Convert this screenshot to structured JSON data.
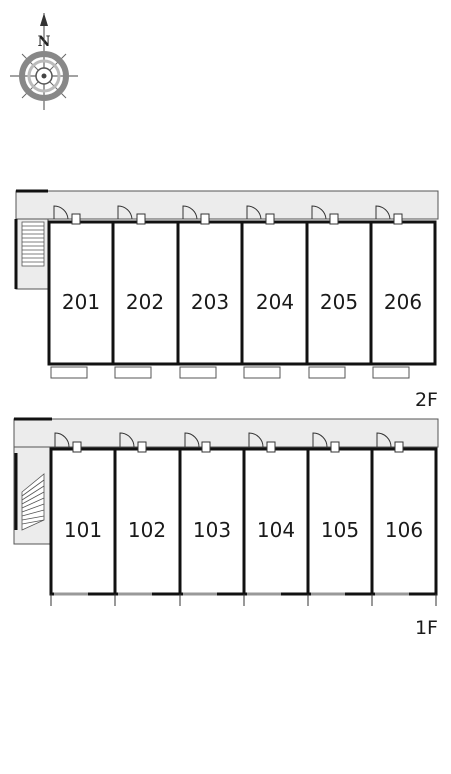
{
  "compass": {
    "north_label": "N"
  },
  "floors": [
    {
      "label": "2F",
      "units": [
        "201",
        "202",
        "203",
        "204",
        "205",
        "206"
      ]
    },
    {
      "label": "1F",
      "units": [
        "101",
        "102",
        "103",
        "104",
        "105",
        "106"
      ]
    }
  ]
}
